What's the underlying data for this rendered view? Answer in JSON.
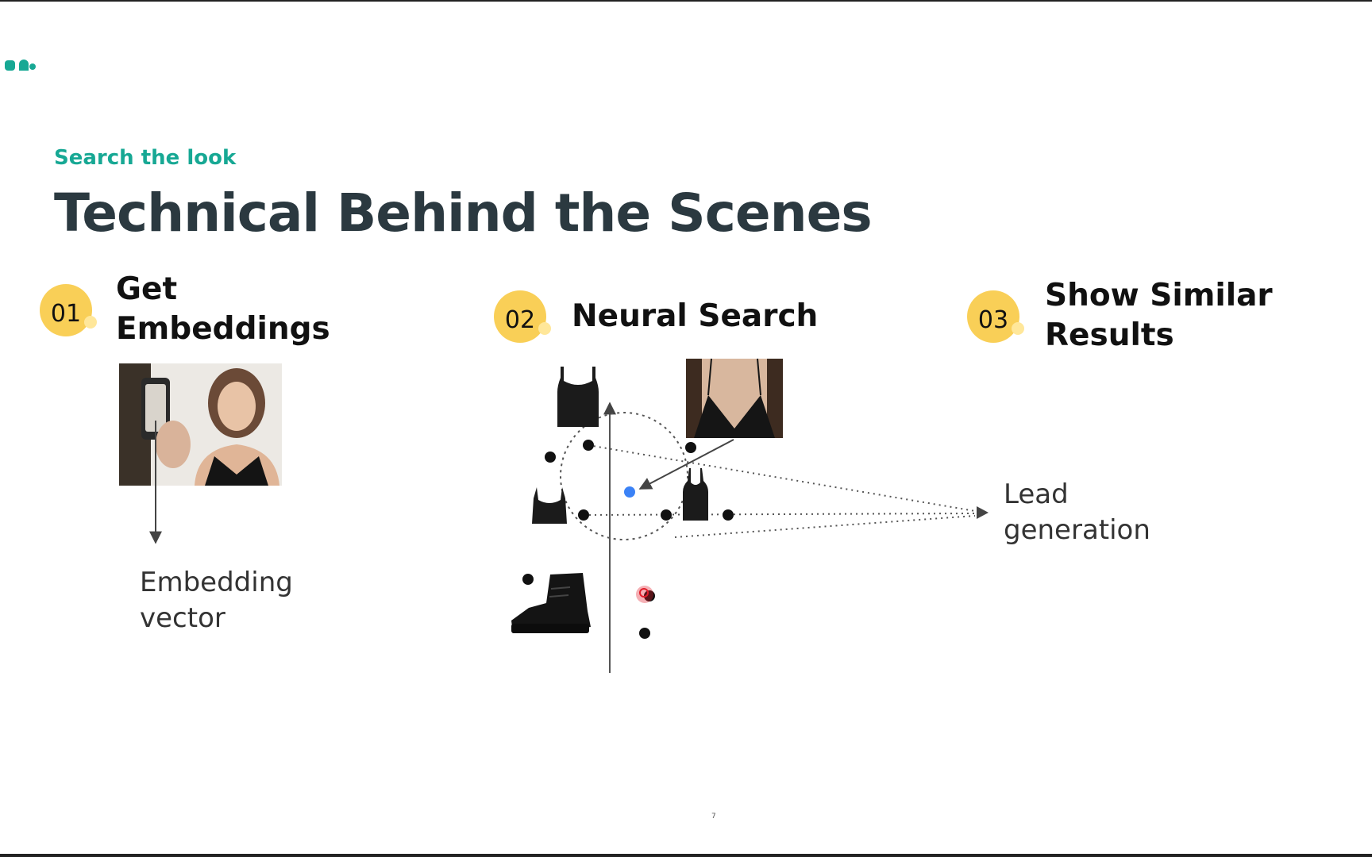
{
  "slide": {
    "eyebrow": "Search the look",
    "title": "Technical Behind the Scenes",
    "page_number": "7"
  },
  "steps": [
    {
      "number": "01",
      "title_line1": "Get",
      "title_line2": "Embeddings"
    },
    {
      "number": "02",
      "title_line1": "Neural Search",
      "title_line2": ""
    },
    {
      "number": "03",
      "title_line1": "Show Similar",
      "title_line2": "Results"
    }
  ],
  "labels": {
    "embedding_line1": "Embedding",
    "embedding_line2": "vector",
    "lead_line1": "Lead",
    "lead_line2": "generation"
  },
  "colors": {
    "accent": "#17a894",
    "badge": "#f9cf57",
    "title": "#2b3940",
    "query_point": "#3b82f6",
    "cursor": "#e11d2a"
  },
  "icons": {
    "logo": "company-logo",
    "photo": "selfie-photo",
    "query_crop": "tank-top-crop-photo",
    "items": [
      "black-crop-top",
      "black-bralette-top",
      "black-camisole",
      "black-boot"
    ]
  }
}
